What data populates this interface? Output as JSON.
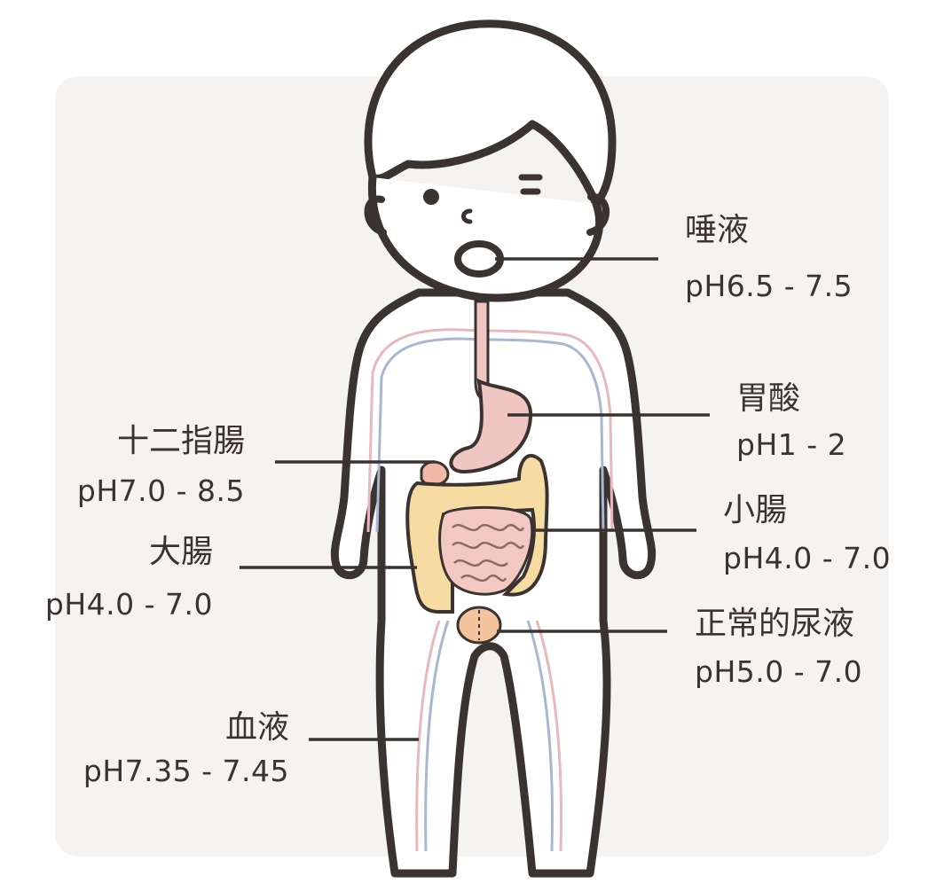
{
  "labels": {
    "saliva": {
      "name": "唾液",
      "ph": "pH6.5 - 7.5"
    },
    "stomach": {
      "name": "胃酸",
      "ph": "pH1 - 2"
    },
    "duodenum": {
      "name": "十二指腸",
      "ph": "pH7.0 - 8.5"
    },
    "small": {
      "name": "小腸",
      "ph": "pH4.0 - 7.0"
    },
    "large": {
      "name": "大腸",
      "ph": "pH4.0 - 7.0"
    },
    "urine": {
      "name": "正常的尿液",
      "ph": "pH5.0 - 7.0"
    },
    "blood": {
      "name": "血液",
      "ph": "pH7.35 - 7.45"
    }
  },
  "colors": {
    "outline": "#3a3330",
    "panel": "#f4f3f2",
    "stomach": "#f0c6c3",
    "intestine_small": "#f3c8c2",
    "intestine_large": "#f6dca3",
    "vein": "#a9b7cf",
    "artery": "#e9b8bf"
  }
}
